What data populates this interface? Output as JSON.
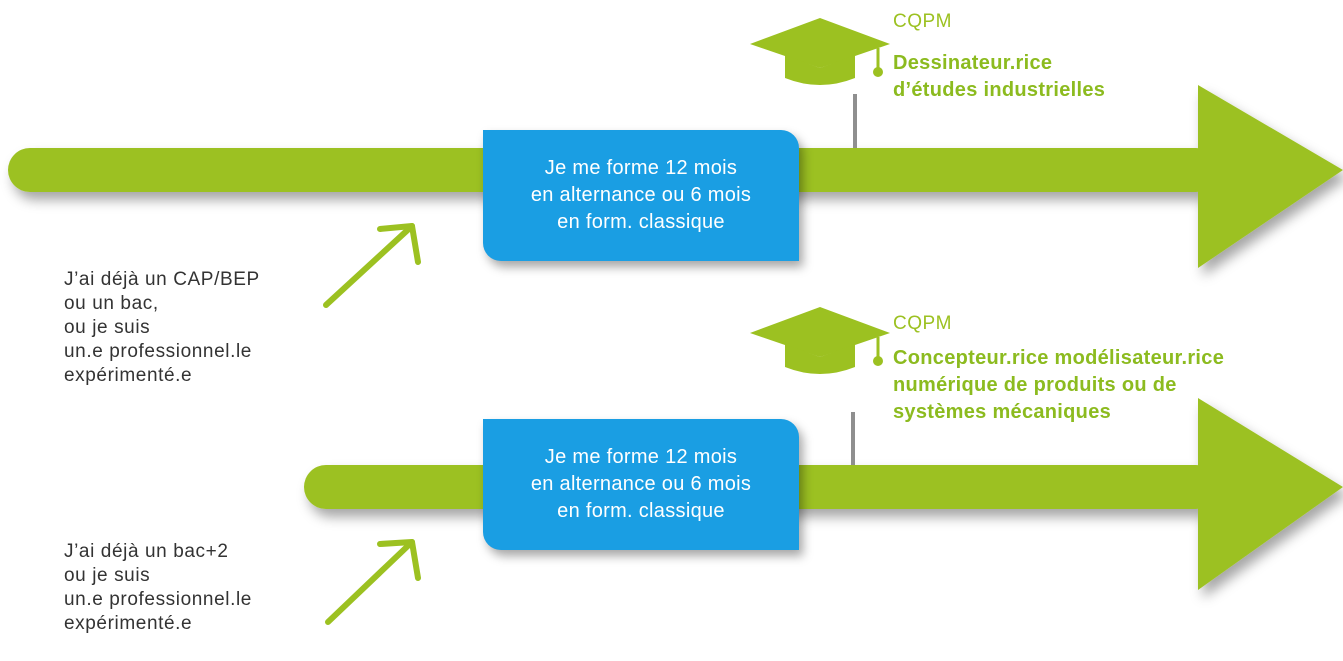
{
  "colors": {
    "arrow": "#9cc121",
    "box": "#1a9ee3",
    "box_text": "#ffffff",
    "qualification": "#8cbb1f",
    "prerequisite_text": "#333333",
    "connector": "#8f8f8f"
  },
  "paths": [
    {
      "prerequisite": "J’ai déjà un CAP/BEP\nou un bac,\nou je suis\nun.e professionnel.le\nexpérimenté.e",
      "training": "Je me forme 12 mois\nen alternance ou 6 mois\nen form. classique",
      "qualification": {
        "category": "CQPM",
        "title": "Dessinateur.rice\nd’études industrielles",
        "icon": "graduation-cap-icon"
      }
    },
    {
      "prerequisite": "J’ai déjà un bac+2\nou je suis\nun.e professionnel.le\nexpérimenté.e",
      "training": "Je me forme 12 mois\nen alternance ou 6 mois\nen form. classique",
      "qualification": {
        "category": "CQPM",
        "title": "Concepteur.rice modélisateur.rice\nnumérique de produits ou de\nsystèmes mécaniques",
        "icon": "graduation-cap-icon"
      }
    }
  ]
}
